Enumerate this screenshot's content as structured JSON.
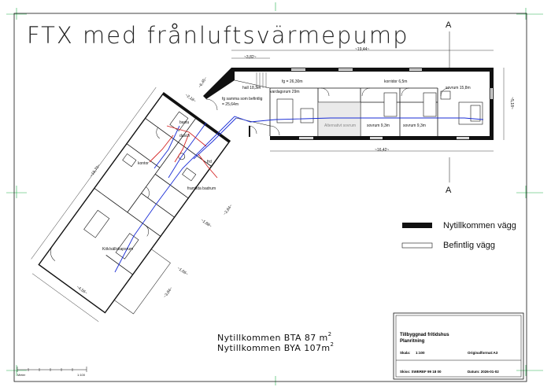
{
  "title": "FTX med frånluftsvärmepump",
  "section_marks": [
    "A",
    "A"
  ],
  "legend": {
    "new_wall": "Nytillkommen vägg",
    "existing_wall": "Befintlig vägg"
  },
  "areas": {
    "bta_prefix": "Nytillkommen BTA 87 m",
    "bta_sup": "2",
    "bya_prefix": "Nytillkommen BYA 107m",
    "bya_sup": "2"
  },
  "title_block": {
    "project": "Tillbyggnad fritidshus",
    "drawing": "Planritning",
    "scale_label": "Skala:",
    "scale_value": "1:100",
    "format": "Originalformat:A3",
    "ref": "Skiss:  SWEREF 99 18 00",
    "date": "Datum: 2026-01-02"
  },
  "rooms": {
    "hall": "hall 18,3m",
    "fg": "fg = 26,30m",
    "fg_samma": "fg samma som befintlig",
    "fg_area": "= 25,64m",
    "vardagsrum": "vardagsrum 29m",
    "korridor": "korridor 6,5m",
    "sovrum_large": "sovrum 15,8m",
    "alternativ": "Alternativt sovrum",
    "sovrum_a": "sovrum 9,3m",
    "sovrum_b": "sovrum 9,3m",
    "bastu": "bastu",
    "dusch": "dusch",
    "kontor": "kontor",
    "frd": "frd",
    "framre": "framlida badrum",
    "kok": "Kök/sällskapsrum"
  },
  "dims": {
    "d1": "~19,44~",
    "d2": "~3,82~",
    "d3": "~16,42~",
    "d4": "~5,18~",
    "d5": "~6,45~",
    "d6": "~2,18~",
    "d7": "~15,70~",
    "d8": "~4,56~",
    "d9": "~3,84~",
    "d10": "~1,66~",
    "d11": "~1,88~",
    "d12": "~2,64~"
  },
  "scale_bar": {
    "unit": "Meter",
    "ratio": "1:100"
  },
  "colors": {
    "line": "#111111",
    "duct_blue": "#1a2dd6",
    "duct_red": "#d42222",
    "crosshair": "#22b04b",
    "fill_area": "#d9d9d9"
  }
}
